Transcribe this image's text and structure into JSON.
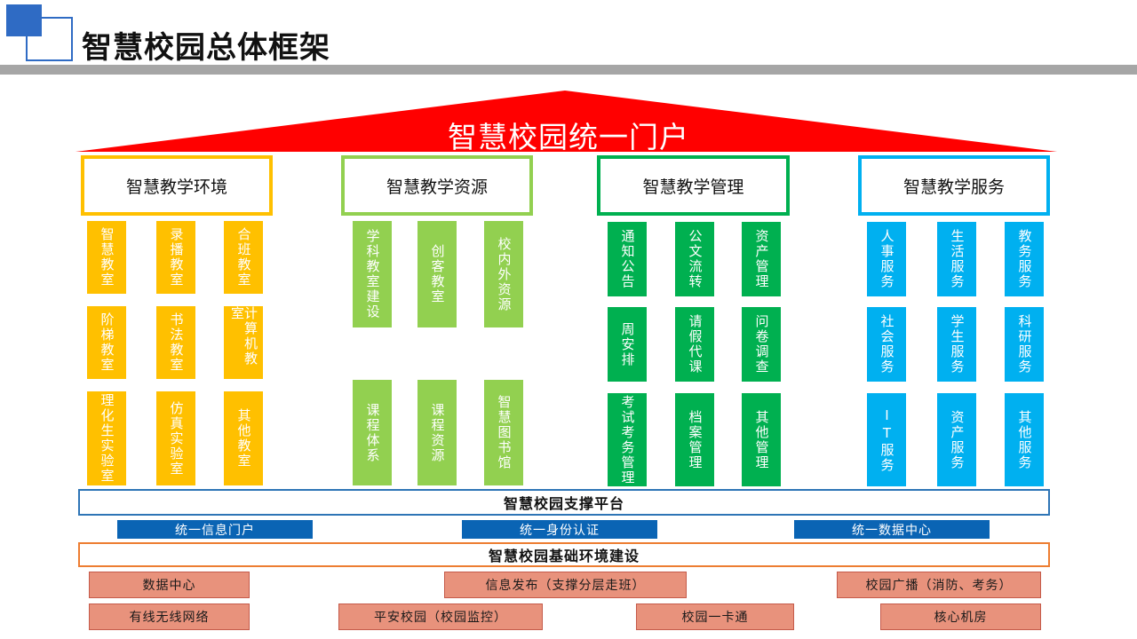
{
  "header": {
    "title": "智慧校园总体框架"
  },
  "roof": {
    "title": "智慧校园统一门户",
    "color": "#ff0000"
  },
  "categories": [
    {
      "label": "智慧教学环境",
      "border": "#ffc000",
      "fill": "#ffc000",
      "text": "#ffffff",
      "pillars": [
        "智慧教室",
        "录播教室",
        "合班教室",
        "阶梯教室",
        "书法教室",
        "计算机教室",
        "理化生实验室",
        "仿真实验室",
        "其他教室"
      ]
    },
    {
      "label": "智慧教学资源",
      "border": "#92d050",
      "fill": "#92d050",
      "text": "#ffffff",
      "pillars": [
        "学科教室建设",
        "创客教室",
        "校内外资源",
        "课程体系",
        "课程资源",
        "智慧图书馆"
      ]
    },
    {
      "label": "智慧教学管理",
      "border": "#00b050",
      "fill": "#00b050",
      "text": "#ffffff",
      "pillars": [
        "通知公告",
        "公文流转",
        "资产管理",
        "周安排",
        "请假代课",
        "问卷调查",
        "考试考务管理",
        "档案管理",
        "其他管理"
      ]
    },
    {
      "label": "智慧教学服务",
      "border": "#00b0f0",
      "fill": "#00b0f0",
      "text": "#ffffff",
      "pillars": [
        "人事服务",
        "生活服务",
        "教务服务",
        "社会服务",
        "学生服务",
        "科研服务",
        "IT服务",
        "资产服务",
        "其他服务"
      ]
    }
  ],
  "support": {
    "title": "智慧校园支撑平台",
    "items": [
      "统一信息门户",
      "统一身份认证",
      "统一数据中心"
    ]
  },
  "infrastructure": {
    "title": "智慧校园基础环境建设",
    "items": [
      "数据中心",
      "信息发布（支撑分层走班）",
      "校园广播（消防、考务）",
      "有线无线网络",
      "平安校园（校园监控）",
      "校园一卡通",
      "核心机房"
    ]
  }
}
